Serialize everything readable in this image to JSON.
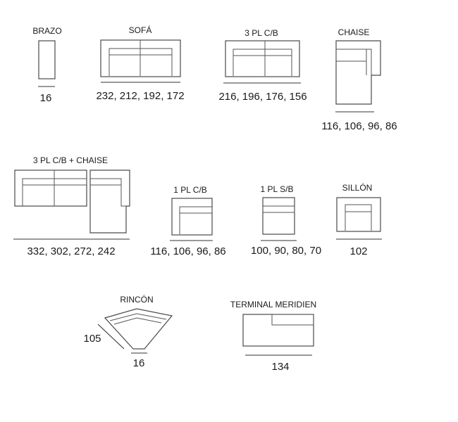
{
  "modules": {
    "brazo": {
      "title": "BRAZO",
      "dims": "16"
    },
    "sofa": {
      "title": "SOFÁ",
      "dims": "232, 212, 192, 172"
    },
    "tres_pl_cb": {
      "title": "3 PL C/B",
      "dims": "216, 196, 176, 156"
    },
    "chaise": {
      "title": "CHAISE",
      "dims": "116, 106, 96, 86"
    },
    "combo": {
      "title": "3 PL C/B + CHAISE",
      "dims": "332, 302, 272, 242"
    },
    "uno_pl_cb": {
      "title": "1 PL C/B",
      "dims": "116, 106, 96, 86"
    },
    "uno_pl_sb": {
      "title": "1 PL S/B",
      "dims": "100, 90, 80, 70"
    },
    "sillon": {
      "title": "SILLÓN",
      "dims": "102"
    },
    "rincon": {
      "title": "RINCÓN",
      "dims": "16",
      "side_dim": "105"
    },
    "terminal": {
      "title": "TERMINAL MERIDIEN",
      "dims": "134"
    }
  }
}
